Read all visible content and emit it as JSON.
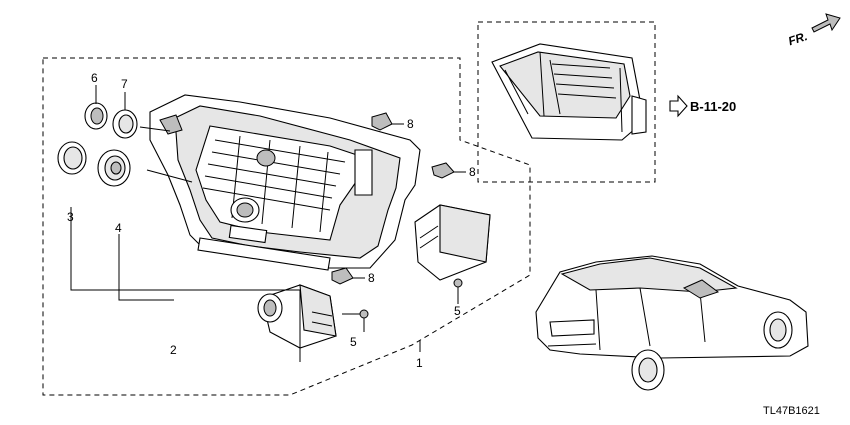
{
  "direction_label": "FR.",
  "reference_label": "B-11-20",
  "diagram_code": "TL47B1621",
  "callouts": {
    "c1": "1",
    "c2": "2",
    "c3": "3",
    "c4": "4",
    "c5a": "5",
    "c5b": "5",
    "c6": "6",
    "c7": "7",
    "c8a": "8",
    "c8b": "8",
    "c8c": "8"
  }
}
